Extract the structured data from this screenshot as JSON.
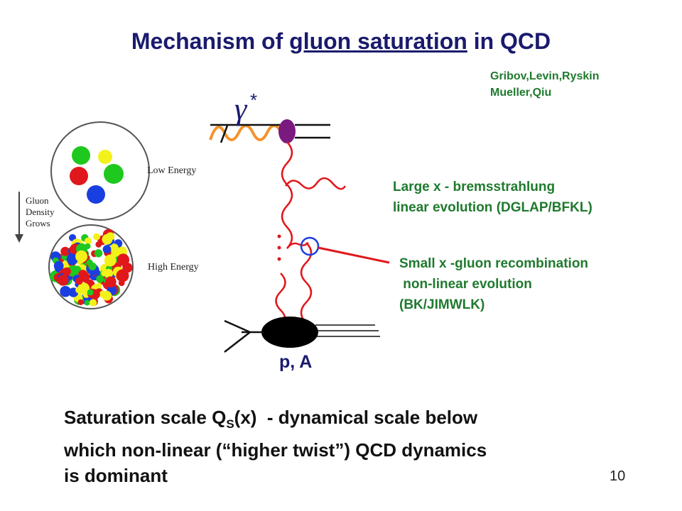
{
  "title": {
    "prefix": "Mechanism of ",
    "underlined": "gluon saturation",
    "suffix": " in QCD"
  },
  "references": [
    "Gribov,Levin,Ryskin",
    "Mueller,Qiu"
  ],
  "left_panel": {
    "low_energy_label": "Low Energy",
    "high_energy_label": "High Energy",
    "arrow_label": [
      "Gluon",
      "Density",
      "Grows"
    ]
  },
  "diagram": {
    "photon_symbol": "γ",
    "photon_star": "*",
    "target_label": "p, A"
  },
  "annotations": {
    "large_x": [
      "Large x - bremsstrahlung",
      "linear evolution (DGLAP/BFKL)"
    ],
    "small_x": [
      "Small x -gluon recombination",
      " non-linear evolution",
      "(BK/JIMWLK)"
    ]
  },
  "bottom_text": {
    "part1": "Saturation scale Q",
    "subscript": "S",
    "part2": "(x)  - dynamical scale below",
    "line2": "which non-linear (“higher twist”) QCD dynamics",
    "line3": "is dominant"
  },
  "page_number": "10",
  "colors": {
    "title": "#1a1a6e",
    "annotation": "#1f7a2e",
    "gluon": "#e0181b",
    "photon": "#f5922b",
    "vertex": "#7a1a7e"
  }
}
